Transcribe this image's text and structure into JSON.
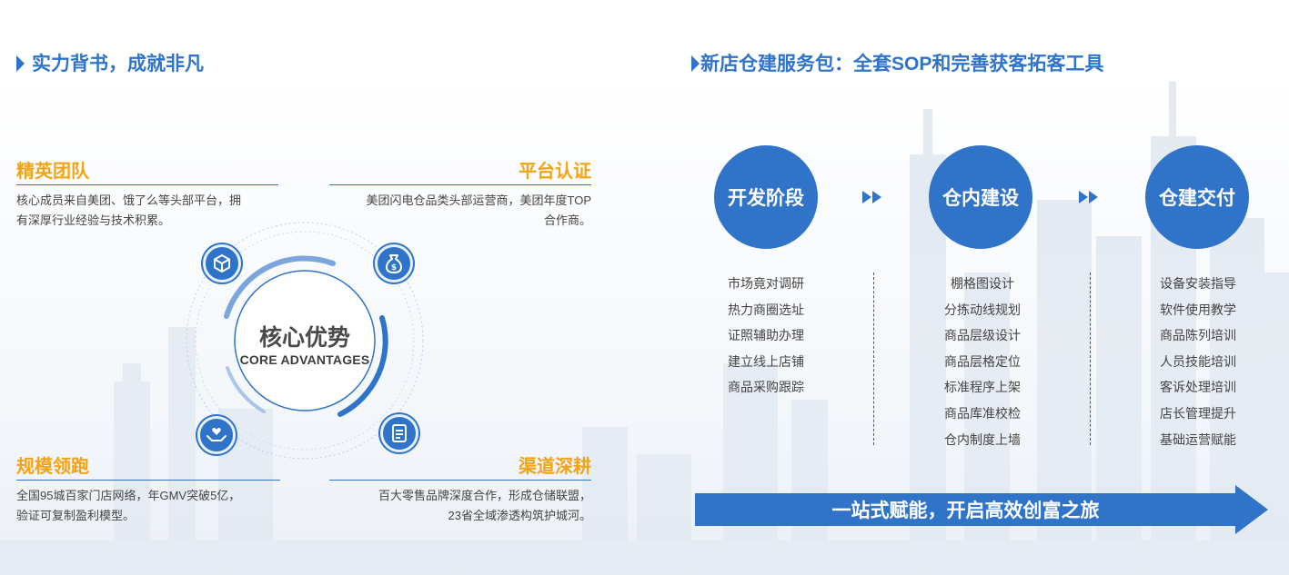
{
  "left": {
    "section_title": "实力背书，成就非凡",
    "features": [
      {
        "title": "精英团队",
        "desc": [
          "核心成员来自美团、饿了么等头部平台，拥",
          "有深厚行业经验与技术积累。"
        ]
      },
      {
        "title": "平台认证",
        "desc": [
          "美团闪电仓品类头部运营商，美团年度TOP",
          "合作商。"
        ]
      },
      {
        "title": "规模领跑",
        "desc": [
          "全国95城百家门店网络，年GMV突破5亿，",
          "验证可复制盈利模型。"
        ]
      },
      {
        "title": "渠道深耕",
        "desc": [
          "百大零售品牌深度合作，形成仓储联盟，",
          "23省全域渗透构筑护城河。"
        ]
      }
    ],
    "core": {
      "title": "核心优势",
      "subtitle": "CORE ADVANTAGES"
    },
    "icons": [
      "cube-icon",
      "money-bag-icon",
      "heart-hands-icon",
      "document-icon"
    ]
  },
  "right": {
    "section_title": "新店仓建服务包：全套SOP和完善获客拓客工具",
    "stages": [
      {
        "label": "开发阶段",
        "items": [
          "市场竟对调研",
          "热力商圈选址",
          "证照辅助办理",
          "建立线上店铺",
          "商品采购跟踪"
        ]
      },
      {
        "label": "仓内建设",
        "items": [
          "棚格图设计",
          "分拣动线规划",
          "商品层级设计",
          "商品层格定位",
          "标准程序上架",
          "商品库准校检",
          "仓内制度上墙"
        ]
      },
      {
        "label": "仓建交付",
        "items": [
          "设备安装指导",
          "软件使用教学",
          "商品陈列培训",
          "人员技能培训",
          "客诉处理培训",
          "店长管理提升",
          "基础运营赋能"
        ]
      }
    ],
    "banner": "一站式赋能，开启高效创富之旅"
  },
  "colors": {
    "accent": "#2f74c9",
    "highlight": "#f1a416",
    "text": "#444444"
  }
}
